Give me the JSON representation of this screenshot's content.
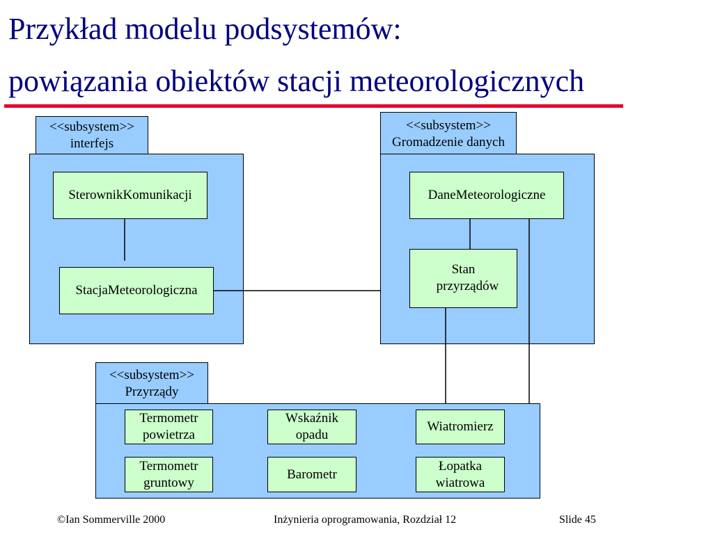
{
  "slide": {
    "title_line1": "Przykład modelu podsystemów:",
    "title_line2": "powiązania obiektów stacji meteorologicznych",
    "accent_color": "#e8002d",
    "title_color": "#000080"
  },
  "colors": {
    "package_fill": "#99ccff",
    "class_fill": "#ccffcc"
  },
  "subsystems": {
    "interfejs": {
      "stereotype": "<<subsystem>>",
      "name": "interfejs",
      "classes": {
        "sterownik": "SterownikKomunikacji",
        "stacja": "StacjaMeteorologiczna"
      }
    },
    "gromadzenie": {
      "stereotype": "<<subsystem>>",
      "name": "Gromadzenie danych",
      "classes": {
        "dane": "DaneMeteorologiczne",
        "stan_line1": "Stan",
        "stan_line2": "przyrządów"
      }
    },
    "przyrzady": {
      "stereotype": "<<subsystem>>",
      "name": "Przyrządy",
      "classes": {
        "termo_pow_line1": "Termometr",
        "termo_pow_line2": "powietrza",
        "wskaznik_line1": "Wskaźnik",
        "wskaznik_line2": "opadu",
        "wiatromierz": "Wiatromierz",
        "termo_grunt_line1": "Termometr",
        "termo_grunt_line2": "gruntowy",
        "barometr": "Barometr",
        "lopatka_line1": "Łopatka",
        "lopatka_line2": "wiatrowa"
      }
    }
  },
  "footer": {
    "copyright": "©Ian Sommerville 2000",
    "course": "Inżynieria oprogramowania, Rozdział 12",
    "slide": "Slide 45"
  }
}
